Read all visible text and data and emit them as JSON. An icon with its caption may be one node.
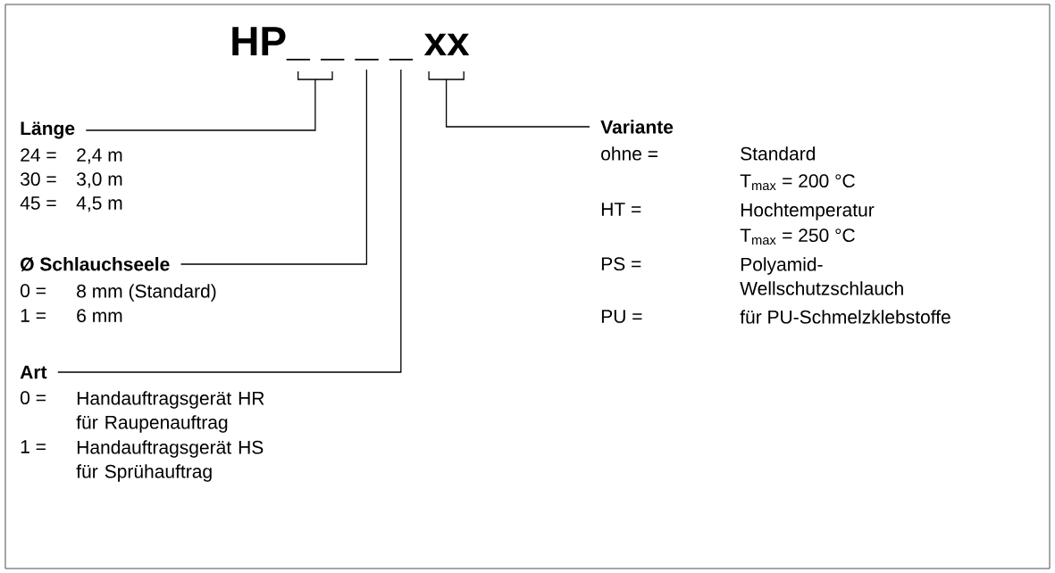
{
  "diagram": {
    "title": "HP_ _ _ _ xx",
    "nodes": [
      {
        "text": [
          "Länge"
        ]
      },
      {
        "text": [
          "Ø Schlauchseele"
        ]
      },
      {
        "text": [
          "Art"
        ]
      },
      {
        "text": [
          "Variante"
        ]
      }
    ],
    "edges": [
      {
        "from": 0,
        "to": null,
        "arrow": "none"
      },
      {
        "from": 1,
        "to": null,
        "arrow": "none"
      },
      {
        "from": 2,
        "to": null,
        "arrow": "none"
      },
      {
        "from": 3,
        "to": null,
        "arrow": "none"
      }
    ],
    "labels": [
      "24 =",
      "2,4 m",
      "30 =",
      "3,0 m",
      "45 =",
      "4,5 m",
      "0 =",
      "8 mm (Standard)",
      "1 =",
      "6 mm",
      "0 =",
      "Handauftragsgerät HR für Raupenauftrag",
      "1 =",
      "Handauftragsgerät HS für Sprühauftrag",
      "ohne =",
      "Standard",
      "T$_{max}$ = 200 °C",
      "HT =",
      "Hochtemperatur",
      "T$_{max}$ = 250 °C",
      "PS =",
      "Polyamid- Wellschutzschlauch",
      "PU =",
      "für PU-Schmelzklebstoffe"
    ]
  }
}
